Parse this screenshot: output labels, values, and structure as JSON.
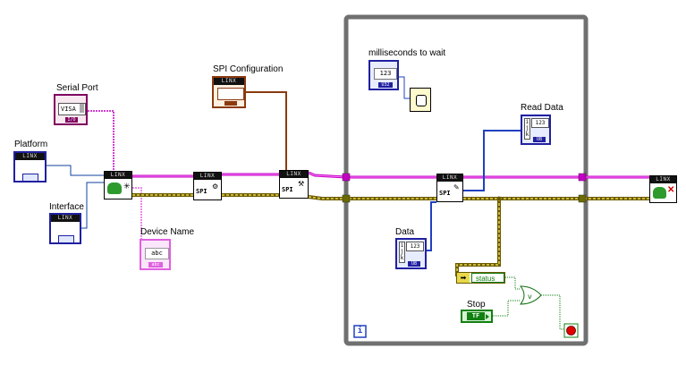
{
  "labels": {
    "serial_port": "Serial Port",
    "platform": "Platform",
    "interface": "Interface",
    "spi_configuration": "SPI Configuration",
    "device_name": "Device Name",
    "milliseconds_to_wait": "milliseconds to wait",
    "read_data": "Read Data",
    "data": "Data",
    "stop": "Stop",
    "status": "status"
  },
  "node_text": {
    "linx": "LINX",
    "visa": "VISA",
    "io": "I/O",
    "abc": "abc",
    "abc_sub": "abc",
    "spi": "SPI",
    "n123": "123",
    "u8": "U8",
    "u32": "U32",
    "tf": "TF",
    "info": "i",
    "array_i": "i",
    "array_j": "j",
    "array_k": "k"
  },
  "colors": {
    "loop_border": "#707070",
    "wire_visa": "#c000c0",
    "wire_error": "#a09000",
    "wire_u8": "#2040c0",
    "wire_bool": "#108010",
    "wire_refnum": "#603000",
    "platform_blue": "#2020a0",
    "spi_config_brown": "#8b3a10",
    "device_name_pink": "#e060e0",
    "serial_port_purple": "#800060",
    "stop_green": "#108010"
  }
}
